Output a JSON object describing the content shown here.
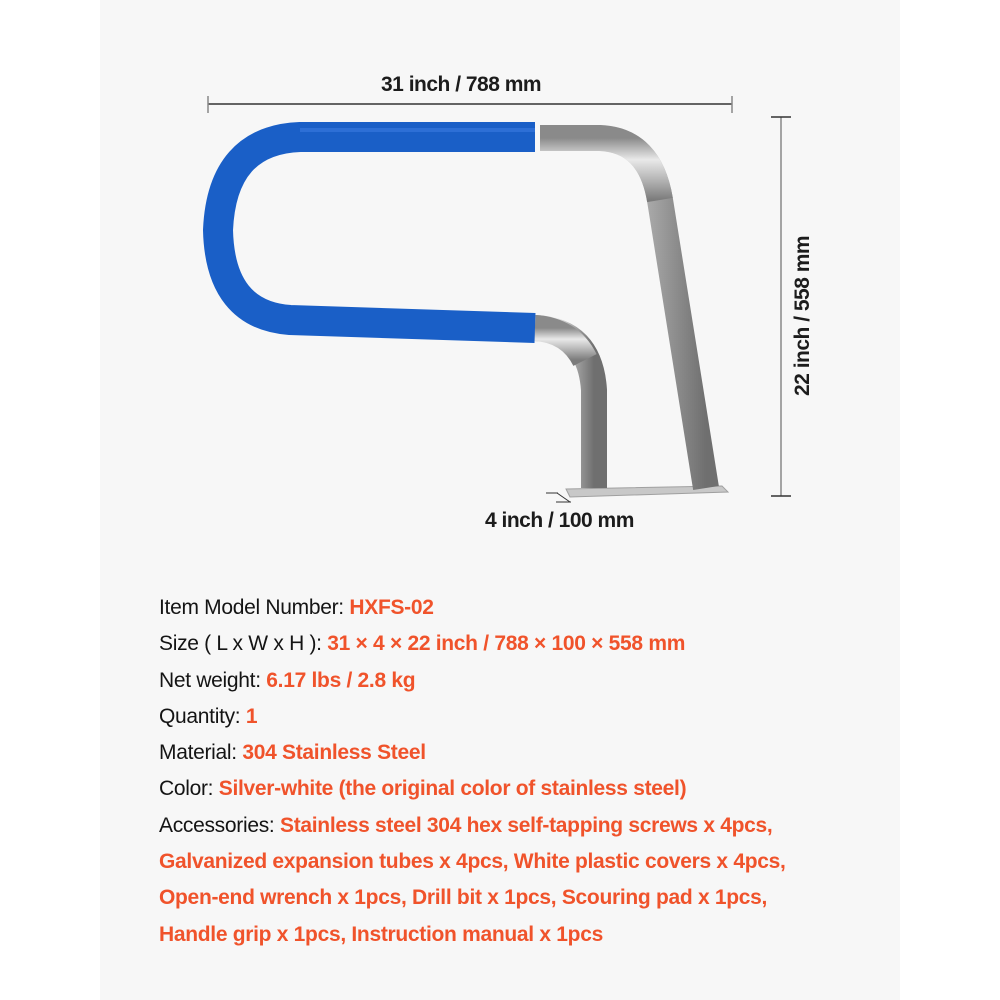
{
  "dimensions": {
    "width_label": "31 inch / 788 mm",
    "height_label": "22 inch / 558 mm",
    "depth_label": "4 inch / 100 mm"
  },
  "product": {
    "icon": "pool-handrail-image",
    "grip_color": "#1a5fc7",
    "steel_color": "#bdbdbd"
  },
  "specs": [
    {
      "label": "Item Model Number: ",
      "value": "HXFS-02"
    },
    {
      "label": "Size ( L x W x H ): ",
      "value": "31 × 4 × 22 inch / 788 × 100 × 558 mm"
    },
    {
      "label": "Net weight: ",
      "value": "6.17 lbs / 2.8 kg"
    },
    {
      "label": "Quantity: ",
      "value": "1"
    },
    {
      "label": "Material: ",
      "value": "304 Stainless Steel"
    },
    {
      "label": "Color: ",
      "value": "Silver-white (the original color of stainless steel)"
    },
    {
      "label": "Accessories: ",
      "value": "Stainless steel 304 hex self-tapping screws x 4pcs,"
    }
  ],
  "accessories_continued": [
    "Galvanized expansion tubes x 4pcs, White plastic covers x 4pcs,",
    "Open-end wrench x 1pcs, Drill bit x 1pcs, Scouring pad x 1pcs,",
    "Handle grip x 1pcs, Instruction manual x 1pcs"
  ],
  "colors": {
    "accent": "#f0532b",
    "label": "#141414",
    "panel_bg": "#f7f7f7",
    "page_bg": "#ffffff"
  }
}
